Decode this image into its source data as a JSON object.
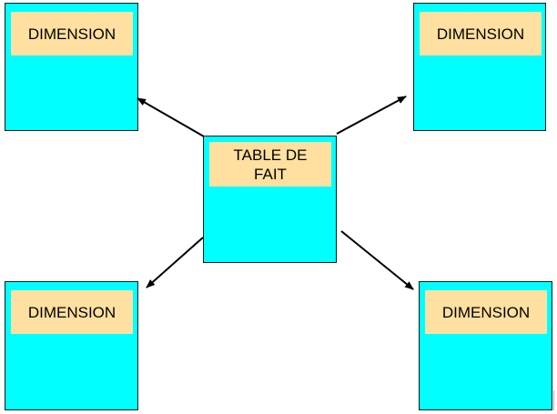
{
  "diagram": {
    "center": {
      "label": "TABLE DE FAIT"
    },
    "dimensions": [
      {
        "label": "DIMENSION"
      },
      {
        "label": "DIMENSION"
      },
      {
        "label": "DIMENSION"
      },
      {
        "label": "DIMENSION"
      }
    ]
  },
  "colors": {
    "box_fill": "#00ffff",
    "label_fill": "#ffe0a0",
    "border": "#1a1a1a",
    "arrow": "#000000"
  }
}
